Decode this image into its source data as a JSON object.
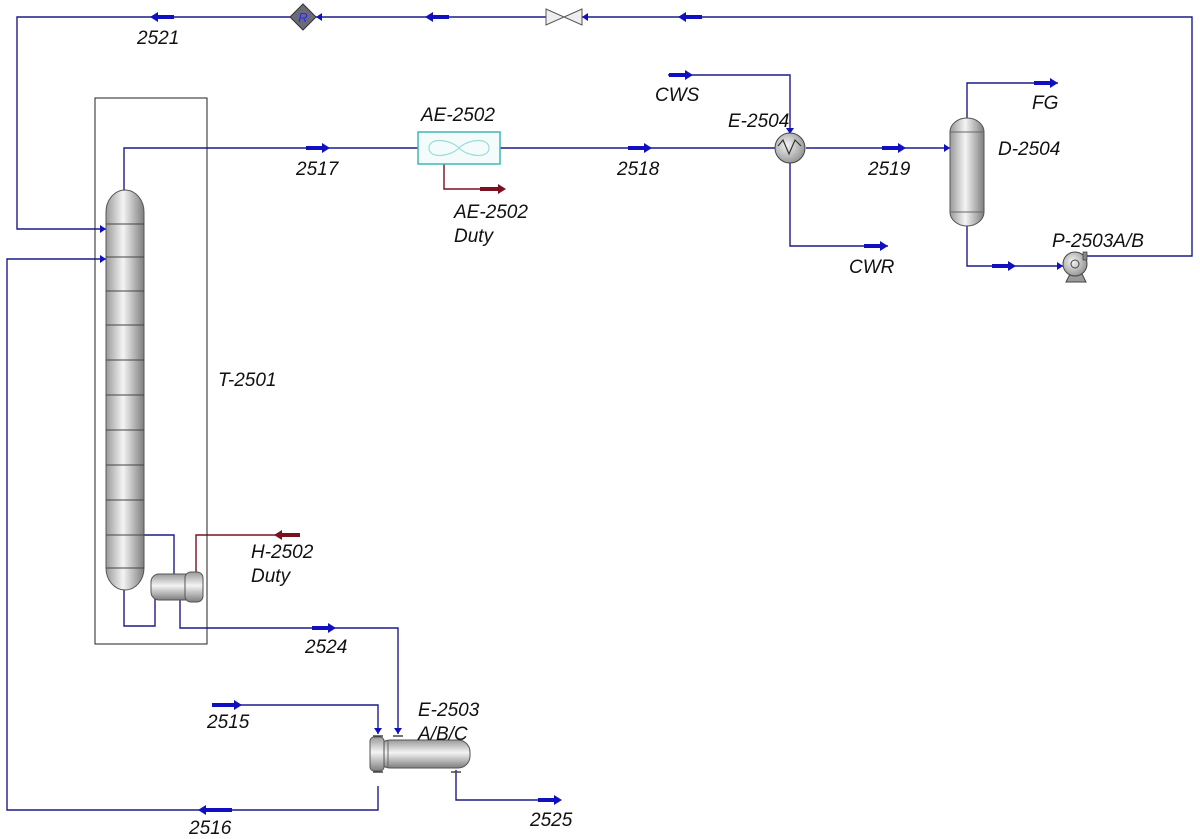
{
  "colors": {
    "stream": "#1c1c8a",
    "arrow": "#1010c0",
    "duty": "#7a1020",
    "equipment_light": "#e6e6e6",
    "equipment_dark": "#8a8a8a",
    "cooler_outline": "#3fb8b8",
    "recycle_fill": "#6a6a78"
  },
  "equipment": {
    "column": "T-2501",
    "air_cooler": "AE-2502",
    "air_cooler_duty_1": "AE-2502",
    "air_cooler_duty_2": "Duty",
    "condenser": "E-2504",
    "drum": "D-2504",
    "pump": "P-2503A/B",
    "reboiler_duty_1": "H-2502",
    "reboiler_duty_2": "Duty",
    "exchanger_1": "E-2503",
    "exchanger_2": "A/B/C",
    "recycle_symbol": "R"
  },
  "streams": {
    "s2521": "2521",
    "s2517": "2517",
    "s2518": "2518",
    "s2519": "2519",
    "cws": "CWS",
    "cwr": "CWR",
    "fg": "FG",
    "s2524": "2524",
    "s2515": "2515",
    "s2516": "2516",
    "s2525": "2525"
  },
  "icons": [
    "recycle-icon",
    "valve-icon",
    "air-cooler-icon",
    "heat-exchanger-icon",
    "separator-drum-icon",
    "pump-icon",
    "reboiler-icon",
    "shell-tube-exchanger-icon",
    "distillation-column-icon"
  ]
}
